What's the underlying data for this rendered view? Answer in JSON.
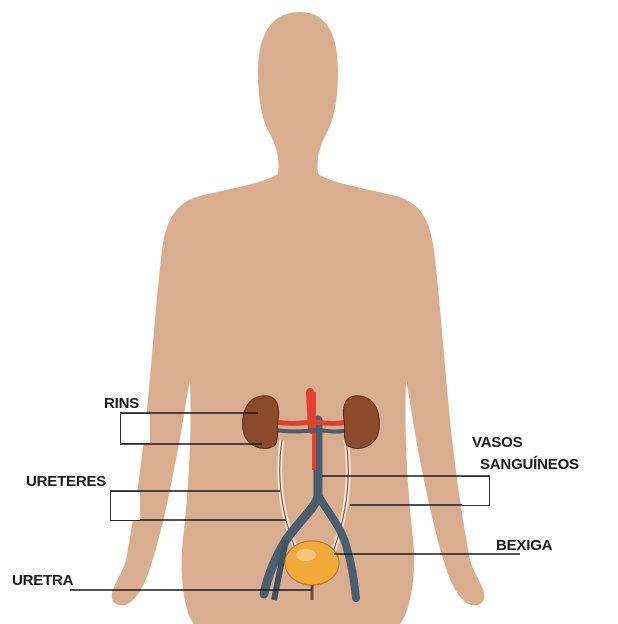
{
  "labels": {
    "rins": "RINS",
    "ureteres": "URETERES",
    "uretra": "URETRA",
    "vasos_line1": "VASOS",
    "vasos_line2": "SANGUÍNEOS",
    "bexiga": "BEXIGA"
  },
  "colors": {
    "skin": "#d9ad8f",
    "kidney": "#8b4a2b",
    "aorta": "#e0402e",
    "vena": "#4a5e6e",
    "bladder": "#f3a83a",
    "line": "#1a1a1a"
  }
}
